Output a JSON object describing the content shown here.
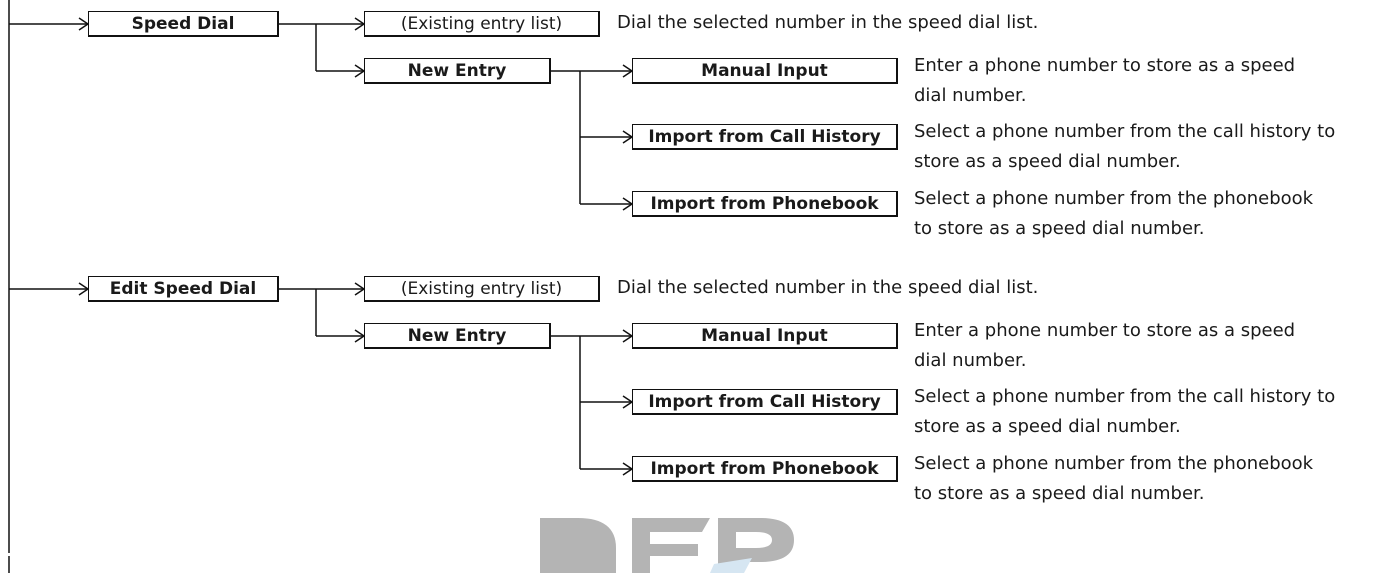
{
  "sections": [
    {
      "menu_label": "Speed Dial",
      "existing_label": "(Existing entry list)",
      "existing_desc": "Dial the selected number in the speed dial list.",
      "new_entry_label": "New Entry",
      "options": [
        {
          "label": "Manual Input",
          "desc": [
            "Enter a phone number to store as a speed",
            "dial number."
          ]
        },
        {
          "label": "Import from Call History",
          "desc": [
            "Select a phone number from the call history to",
            "store as a speed dial number."
          ]
        },
        {
          "label": "Import from Phonebook",
          "desc": [
            "Select a phone number from the phonebook",
            "to store as a speed dial number."
          ]
        }
      ]
    },
    {
      "menu_label": "Edit Speed Dial",
      "existing_label": "(Existing entry list)",
      "existing_desc": "Dial the selected number in the speed dial list.",
      "new_entry_label": "New Entry",
      "options": [
        {
          "label": "Manual Input",
          "desc": [
            "Enter a phone number to store as a speed",
            "dial number."
          ]
        },
        {
          "label": "Import from Call History",
          "desc": [
            "Select a phone number from the call history to",
            "store as a speed dial number."
          ]
        },
        {
          "label": "Import from Phonebook",
          "desc": [
            "Select a phone number from the phonebook",
            "to store as a speed dial number."
          ]
        }
      ]
    }
  ],
  "watermark": {
    "text": "DEP",
    "color": "#b4b4b4",
    "accent": "#d6e6f2"
  }
}
